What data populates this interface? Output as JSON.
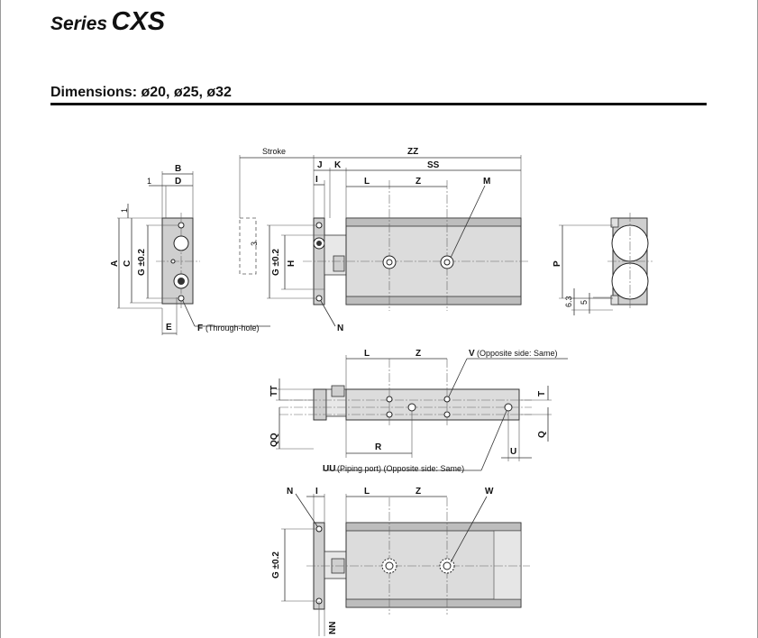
{
  "header": {
    "series_prefix": "Series",
    "series_name": "CXS",
    "dimensions_title": "Dimensions: ø20, ø25, ø32"
  },
  "front_view": {
    "labels": {
      "b": "B",
      "d": "D",
      "one_a": "1",
      "one_b": "1",
      "a": "A",
      "c": "C",
      "g": "G ±0.2",
      "e": "E",
      "f": "F",
      "f_note": "(Through-hole)"
    }
  },
  "side_view": {
    "labels": {
      "stroke": "Stroke",
      "zz": "ZZ",
      "j": "J",
      "k": "K",
      "ss": "SS",
      "i": "I",
      "l": "L",
      "z": "Z",
      "m": "M",
      "g": "G ±0.2",
      "h": "H",
      "n": "N",
      "small_3": "3"
    }
  },
  "end_view": {
    "labels": {
      "p": "P",
      "six_three": "6.3",
      "five": "5"
    }
  },
  "top_view": {
    "labels": {
      "l": "L",
      "z": "Z",
      "v": "V",
      "v_note": "(Opposite side: Same)",
      "tt": "TT",
      "qq": "QQ",
      "t": "T",
      "q": "Q",
      "r": "R",
      "u": "U",
      "uu": "UU",
      "uu_note": "(Piping port) (Opposite side: Same)"
    }
  },
  "bottom_view": {
    "labels": {
      "n": "N",
      "i": "I",
      "l": "L",
      "z": "Z",
      "w": "W",
      "g": "G ±0.2",
      "nn": "NN"
    }
  }
}
